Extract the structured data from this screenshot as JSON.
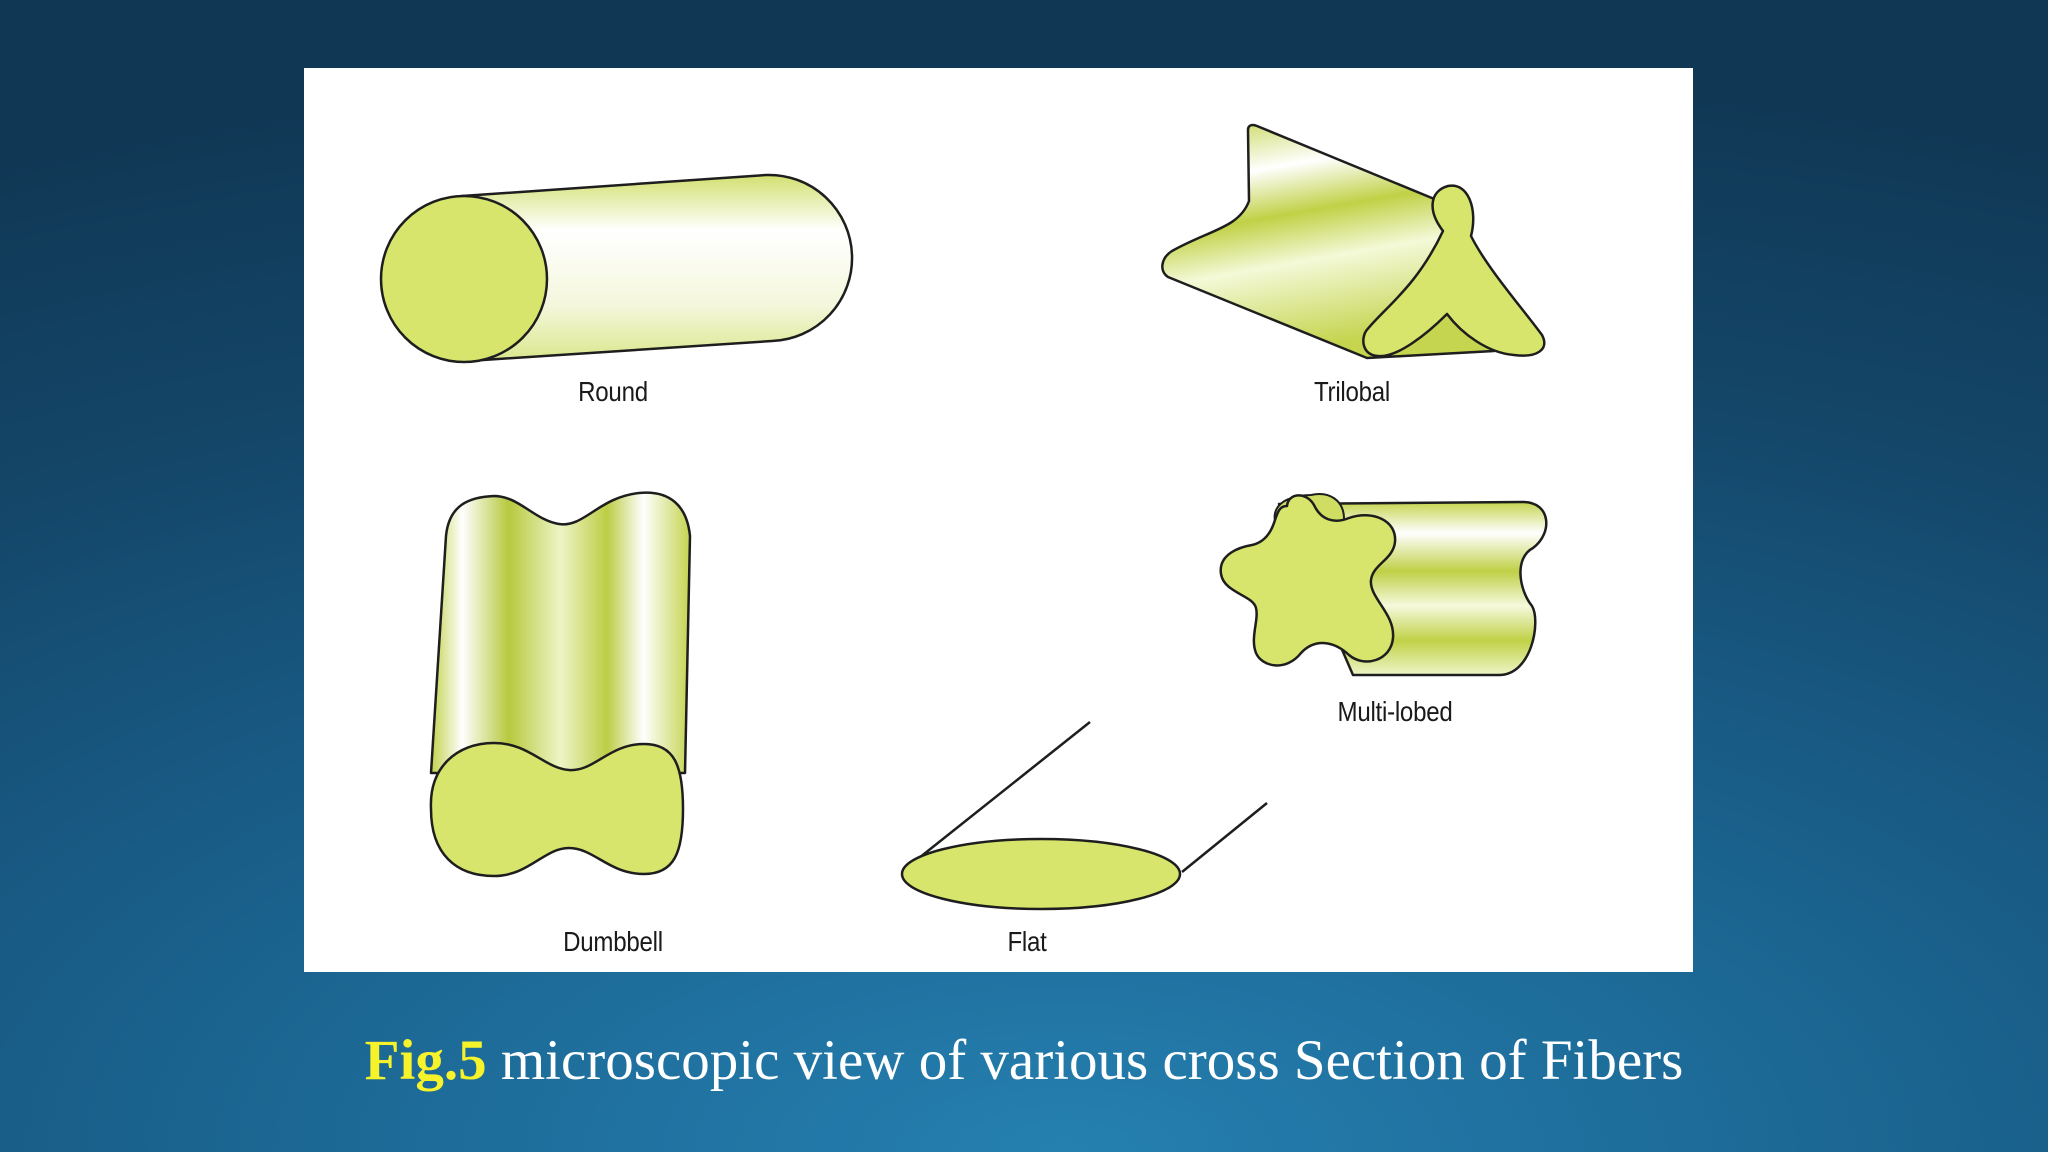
{
  "figure": {
    "labels": {
      "round": "Round",
      "trilobal": "Trilobal",
      "dumbbell": "Dumbbell",
      "multi_lobed": "Multi-lobed",
      "flat": "Flat"
    },
    "colors": {
      "fiber_fill": "#d7e56d",
      "outline": "#1e1e1e",
      "panel": "#ffffff"
    }
  },
  "caption": {
    "prefix": "Fig.5",
    "text": " microscopic view of various cross Section of Fibers",
    "prefix_color": "#f7f32a",
    "text_color": "#ffffff"
  },
  "background": {
    "colors": [
      "#103855",
      "#14476a",
      "#1a628e",
      "#2580b0"
    ]
  }
}
